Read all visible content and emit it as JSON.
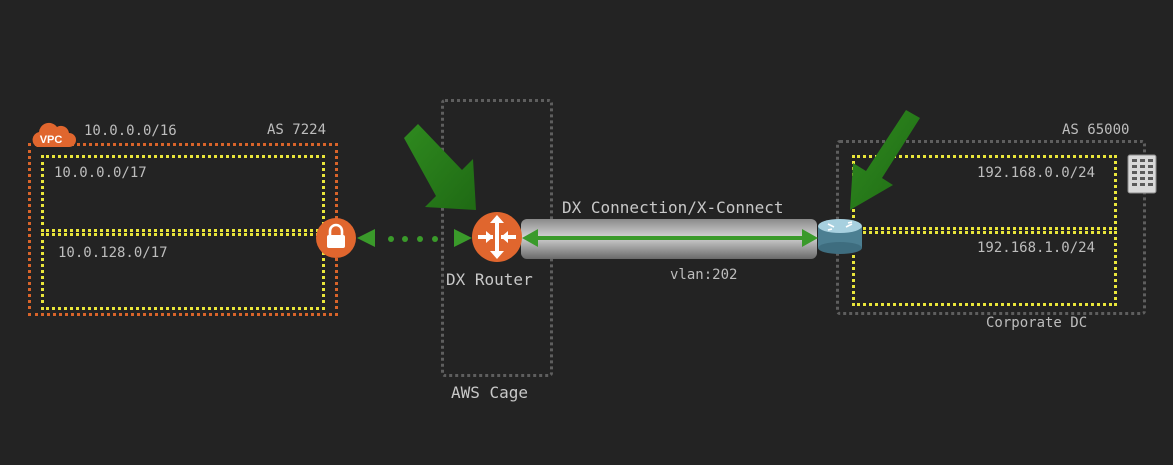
{
  "vpc": {
    "badge": "VPC",
    "cidr": "10.0.0.0/16",
    "asn": "AS 7224",
    "subnets": [
      {
        "cidr": "10.0.0.0/17"
      },
      {
        "cidr": "10.0.128.0/17"
      }
    ]
  },
  "aws_cage": {
    "label": "AWS Cage",
    "router_label": "DX Router"
  },
  "connection": {
    "label": "DX Connection/X-Connect",
    "vlan": "vlan:202"
  },
  "corporate_dc": {
    "label": "Corporate DC",
    "asn": "AS 65000",
    "subnets": [
      {
        "cidr": "192.168.0.0/24"
      },
      {
        "cidr": "192.168.1.0/24"
      }
    ]
  },
  "colors": {
    "background": "#232323",
    "vpc_border": "#d8642a",
    "subnet_border": "#e9e53a",
    "cage_border": "#5e5e5e",
    "arrow_green": "#3a9a2a",
    "router_orange": "#e0662e",
    "text": "#bdbdbd"
  },
  "icons": [
    "vpc-cloud-icon",
    "vpn-gateway-lock-icon",
    "dx-router-icon",
    "customer-router-icon",
    "server-rack-icon",
    "highlight-arrow-icon"
  ]
}
